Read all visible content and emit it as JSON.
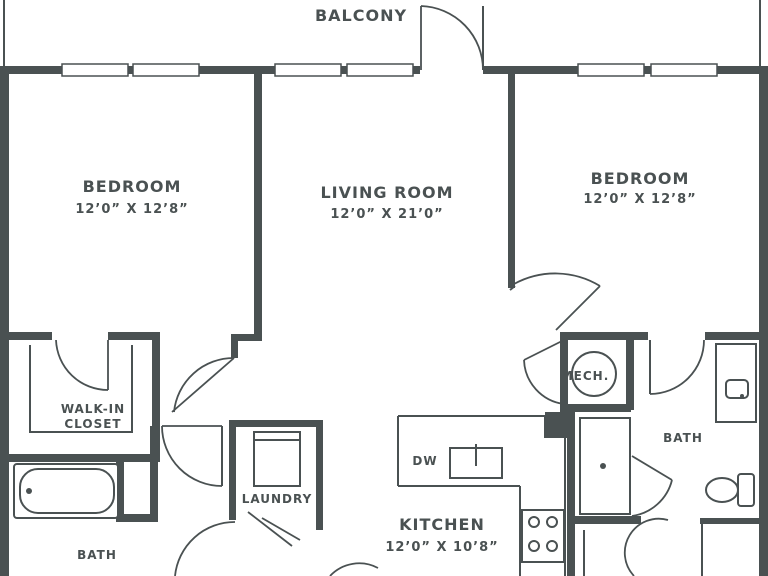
{
  "plan": {
    "rooms": {
      "balcony": {
        "name": "BALCONY"
      },
      "bedroom_left": {
        "name": "BEDROOM",
        "dim": "12’0” X 12’8”"
      },
      "living_room": {
        "name": "LIVING ROOM",
        "dim": "12’0” X 21’0”"
      },
      "bedroom_right": {
        "name": "BEDROOM",
        "dim": "12’0” X 12’8”"
      },
      "walk_in_closet": {
        "line1": "WALK-IN",
        "line2": "CLOSET"
      },
      "mech": {
        "name": "MECH."
      },
      "bath_right": {
        "name": "BATH"
      },
      "laundry": {
        "name": "LAUNDRY"
      },
      "dw": {
        "name": "DW"
      },
      "kitchen": {
        "name": "KITCHEN",
        "dim": "12’0” X 10’8”"
      },
      "bath_left": {
        "name": "BATH"
      }
    },
    "colors": {
      "wall": "#4a5152",
      "background": "#ffffff"
    }
  }
}
